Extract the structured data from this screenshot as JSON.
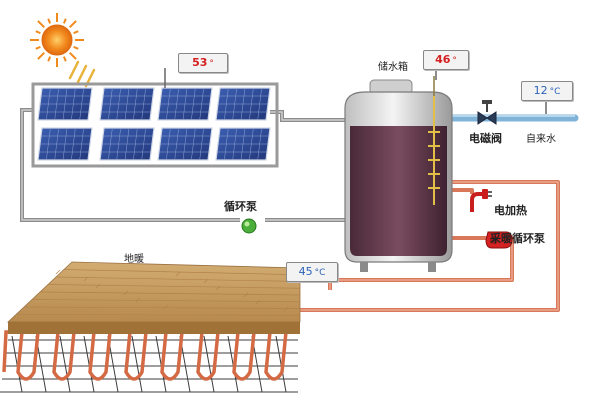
{
  "labels": {
    "storage_tank": "储水箱",
    "circulation_pump": "循环泵",
    "electric_heater": "电加热",
    "heating_pump": "采暖循环泵",
    "solenoid_valve": "电磁阀",
    "tap_water": "自来水",
    "floor_heating": "地暖"
  },
  "displays": {
    "collector": {
      "value": "53",
      "unit": "°"
    },
    "tank": {
      "value": "46",
      "unit": "°"
    },
    "tap": {
      "value": "12",
      "unit": "°C"
    },
    "floor": {
      "value": "45",
      "unit": "°C"
    }
  },
  "colors": {
    "hot_pipe": "#d9775a",
    "cold_pipe": "#7fb4d8",
    "collector_pipe": "#8c8c8c",
    "panel": "#2f4d9a",
    "sun": "#f08a1c",
    "wood": "#c8a064",
    "tank_water": "#5a3446"
  }
}
